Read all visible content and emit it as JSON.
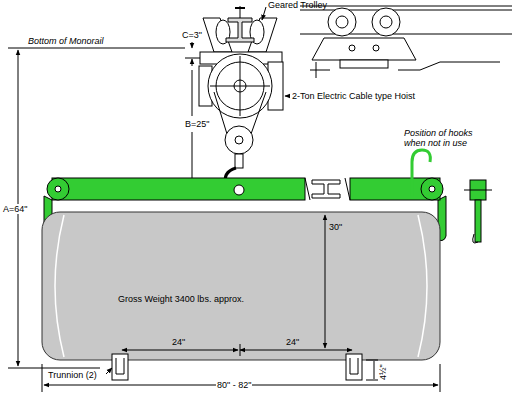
{
  "diagram": {
    "nodes": [
      {
        "text": [
          "Gross Weight 3400 lbs. approx."
        ]
      }
    ],
    "labels": [
      "Geared Trolley",
      "Bottom of Monorail",
      "C=3\"",
      "A=64\"",
      "B=25\"",
      "2-Ton Electric Cable type Hoist",
      "Position of hooks when not in use",
      "30\"",
      "24\"",
      "24\"",
      "Trunnion (2)",
      "4½\"",
      "80\" - 82\""
    ]
  }
}
